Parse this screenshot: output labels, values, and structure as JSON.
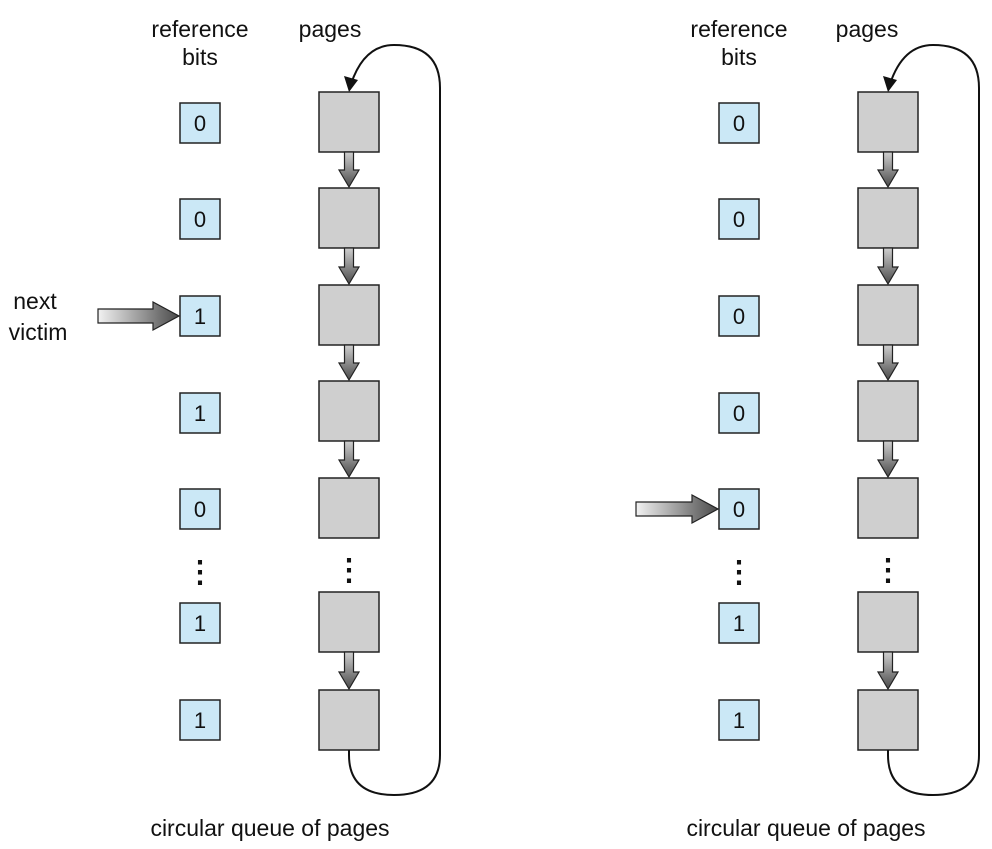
{
  "colors": {
    "bit_fill": "#cbe8f6",
    "page_fill": "#cfcfcf",
    "stroke": "#222222",
    "arrow_dark": "#555555",
    "arrow_light": "#ececec"
  },
  "panels": [
    {
      "id": "left",
      "header_ref_line1": "reference",
      "header_ref_line2": "bits",
      "header_pages": "pages",
      "caption": "circular queue of pages",
      "bits_top": [
        "0",
        "0",
        "1",
        "1",
        "0"
      ],
      "bits_bottom": [
        "1",
        "1"
      ],
      "ellipsis": "⋮",
      "pointer_label_line1": "next",
      "pointer_label_line2": "victim",
      "pointer_row": 2
    },
    {
      "id": "right",
      "header_ref_line1": "reference",
      "header_ref_line2": "bits",
      "header_pages": "pages",
      "caption": "circular queue of pages",
      "bits_top": [
        "0",
        "0",
        "0",
        "0",
        "0"
      ],
      "bits_bottom": [
        "1",
        "1"
      ],
      "ellipsis": "⋮",
      "pointer_label_line1": "",
      "pointer_label_line2": "",
      "pointer_row": 4
    }
  ]
}
